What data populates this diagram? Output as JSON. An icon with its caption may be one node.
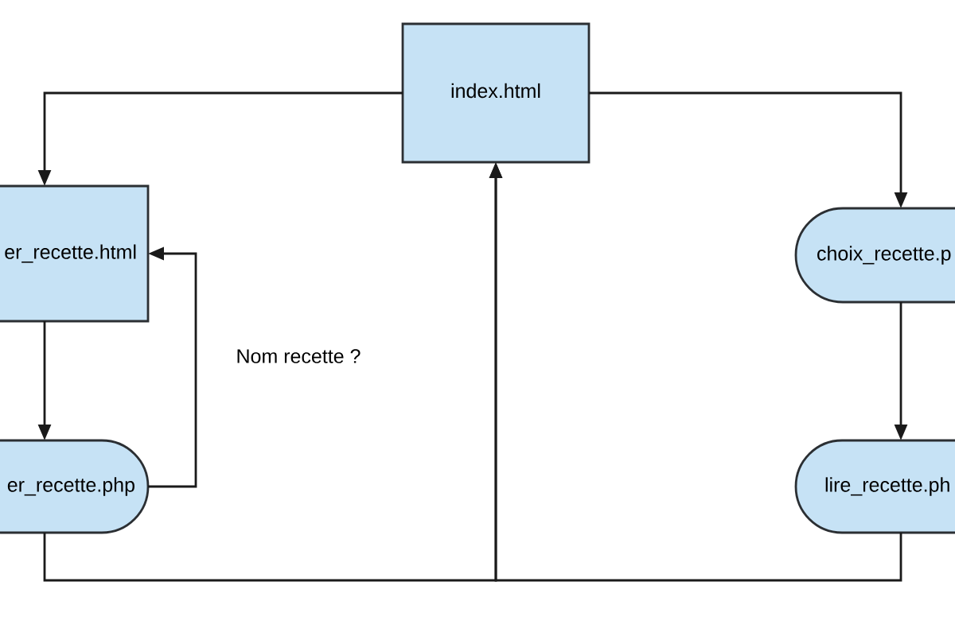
{
  "diagram": {
    "nodes": [
      {
        "text": [
          "index.html"
        ]
      },
      {
        "text": [
          "er_recette.html"
        ]
      },
      {
        "text": [
          "choix_recette.p"
        ]
      },
      {
        "text": [
          "er_recette.php"
        ]
      },
      {
        "text": [
          "lire_recette.ph"
        ]
      }
    ],
    "edges": [
      {
        "from": 0,
        "to": 1,
        "arrow": "to"
      },
      {
        "from": 0,
        "to": 2,
        "arrow": "to"
      },
      {
        "from": 1,
        "to": 3,
        "arrow": "to"
      },
      {
        "from": 3,
        "to": 1,
        "arrow": "to"
      },
      {
        "from": 2,
        "to": 4,
        "arrow": "to"
      },
      {
        "from": 3,
        "to": 0,
        "arrow": "to"
      },
      {
        "from": 4,
        "to": 0,
        "arrow": "to"
      }
    ],
    "labels": [
      "Nom recette ?"
    ]
  }
}
